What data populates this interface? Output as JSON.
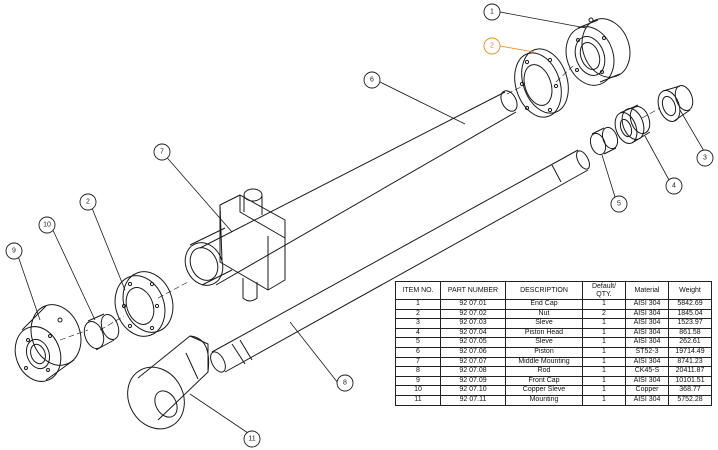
{
  "balloons": [
    {
      "label": "1",
      "selected": false
    },
    {
      "label": "2",
      "selected": true
    },
    {
      "label": "6",
      "selected": false
    },
    {
      "label": "3",
      "selected": false
    },
    {
      "label": "4",
      "selected": false
    },
    {
      "label": "5",
      "selected": false
    },
    {
      "label": "7",
      "selected": false
    },
    {
      "label": "2",
      "selected": false
    },
    {
      "label": "10",
      "selected": false
    },
    {
      "label": "9",
      "selected": false
    },
    {
      "label": "8",
      "selected": false
    },
    {
      "label": "11",
      "selected": false
    }
  ],
  "colors": {
    "line": "#1a1a1a",
    "selected": "#f08a1c",
    "paper": "#ffffff"
  },
  "bom": {
    "headers": [
      "ITEM NO.",
      "PART NUMBER",
      "DESCRIPTION",
      "Default/\nQTY.",
      "Material",
      "Weight"
    ],
    "rows": [
      [
        "1",
        "92 07.01",
        "End Cap",
        "1",
        "AISI 304",
        "5842.69"
      ],
      [
        "2",
        "92 07.02",
        "Nut",
        "2",
        "AISI 304",
        "1845.04"
      ],
      [
        "3",
        "92 07.03",
        "Sleve",
        "1",
        "AISI 304",
        "1523.97"
      ],
      [
        "4",
        "92 07.04",
        "Piston Head",
        "1",
        "AISI 304",
        "861.58"
      ],
      [
        "5",
        "92 07.05",
        "Sleve",
        "1",
        "AISI 304",
        "262.61"
      ],
      [
        "6",
        "92 07.06",
        "Piston",
        "1",
        "ST52-3",
        "19714.49"
      ],
      [
        "7",
        "92 07.07",
        "Middle Mounting",
        "1",
        "AISI 304",
        "8741.23"
      ],
      [
        "8",
        "92 07.08",
        "Rod",
        "1",
        "CK45-S",
        "20411.87"
      ],
      [
        "9",
        "92 07.09",
        "Front Cap",
        "1",
        "AISI 304",
        "10101.51"
      ],
      [
        "10",
        "92 07.10",
        "Copper Sleve",
        "1",
        "Copper",
        "368.77"
      ],
      [
        "11",
        "92 07.11",
        "Mounting",
        "1",
        "AISI 304",
        "5752.28"
      ]
    ]
  }
}
